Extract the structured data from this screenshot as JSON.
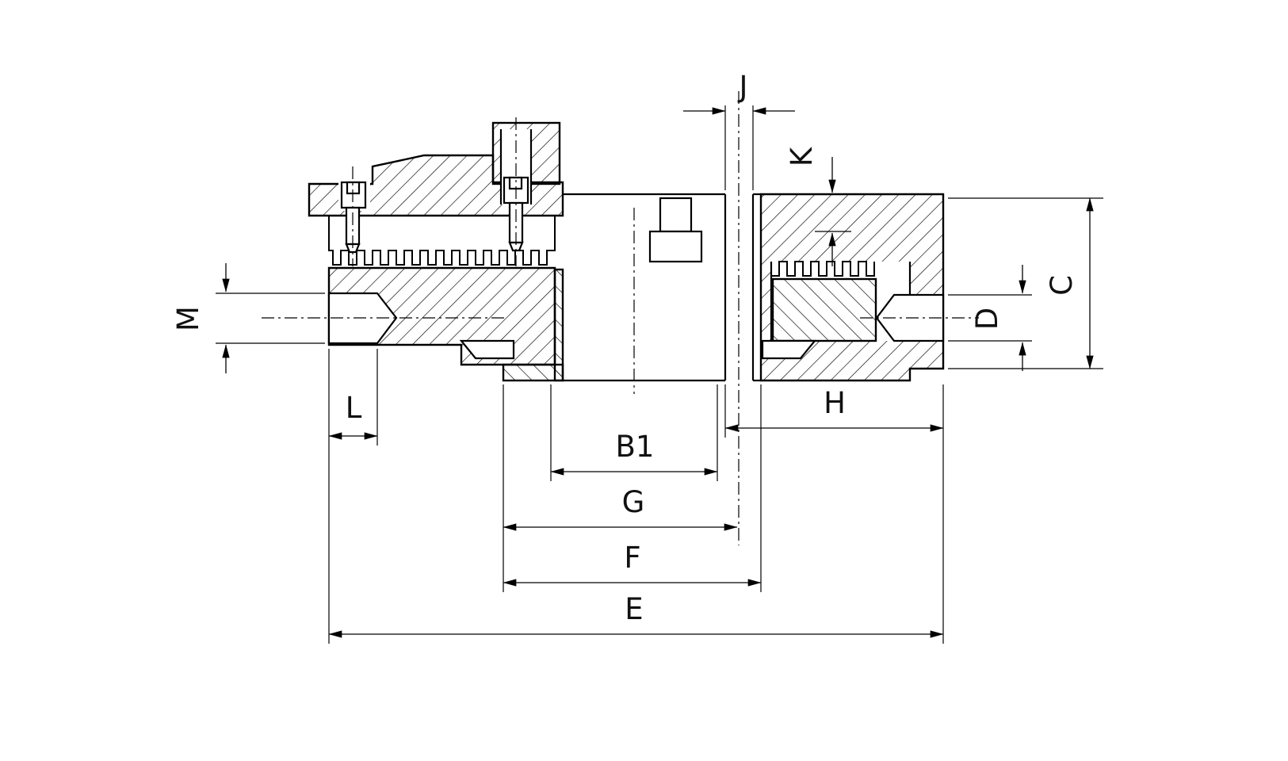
{
  "meta": {
    "background_color": "#ffffff",
    "line_color": "#000000",
    "view": "chuck-cross-section"
  },
  "dimensions": {
    "J": {
      "label": "J"
    },
    "K": {
      "label": "K"
    },
    "C": {
      "label": "C"
    },
    "D": {
      "label": "D"
    },
    "M": {
      "label": "M"
    },
    "L": {
      "label": "L"
    },
    "H": {
      "label": "H"
    },
    "B1": {
      "label": "B1"
    },
    "G": {
      "label": "G"
    },
    "F": {
      "label": "F"
    },
    "E": {
      "label": "E"
    }
  }
}
